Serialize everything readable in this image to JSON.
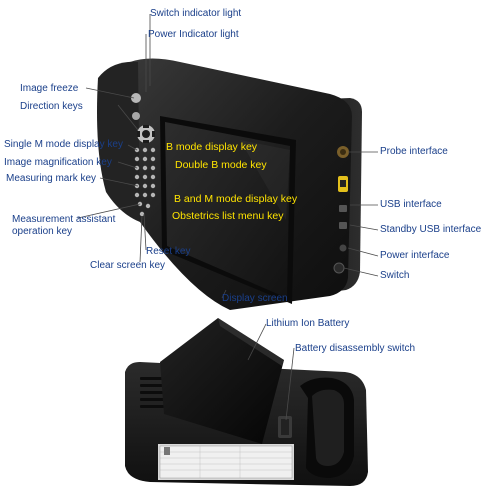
{
  "labels": {
    "switch_indicator_light": "Switch indicator light",
    "power_indicator_light": "Power Indicator light",
    "image_freeze": "Image freeze",
    "direction_keys": "Direction keys",
    "single_m_mode_key": "Single M mode display key",
    "image_magnification_key": "Image magnification key",
    "measuring_mark_key": "Measuring mark key",
    "measurement_assistant_key": "Measurement assistant\noperation key",
    "reset_key": "Reset key",
    "clear_screen_key": "Clear screen key",
    "display_screen": "Display screen",
    "probe_interface": "Probe interface",
    "usb_interface": "USB interface",
    "standby_usb_interface": "Standby USB interface",
    "power_interface": "Power interface",
    "switch": "Switch",
    "lithium_ion_battery": "Lithium Ion Battery",
    "battery_disassembly_switch": "Battery disassembly switch"
  },
  "screen_labels": {
    "b_mode_key": "B mode display key",
    "double_b_mode_key": "Double B mode key",
    "b_and_m_mode_key": "B and M mode display key",
    "obstetrics_list_key": "Obstetrics list menu key"
  },
  "colors": {
    "label_text": "#1a3f8a",
    "screen_label_text": "#ffe400",
    "leader_line": "#4a4a4a",
    "device_body": "#1b1b1b",
    "screen": "#262626"
  }
}
